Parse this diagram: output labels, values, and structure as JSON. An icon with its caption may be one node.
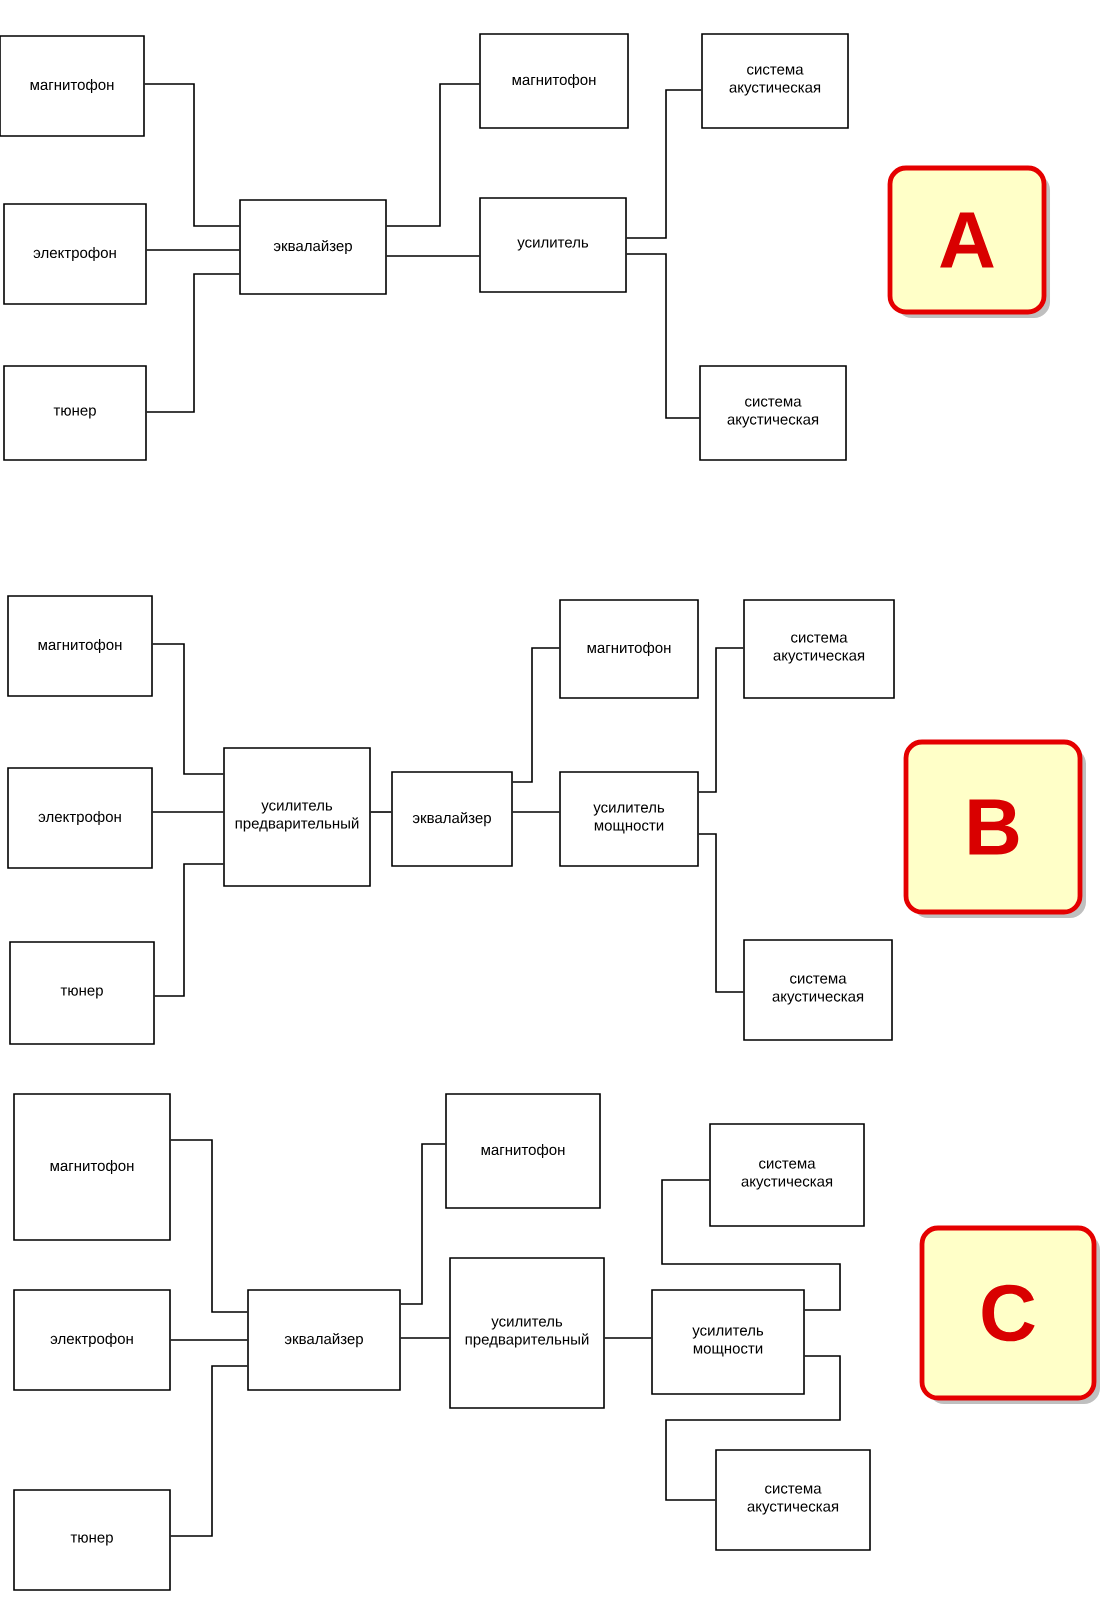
{
  "diagram": {
    "nodes": [
      {
        "text": [
          "магнитофон"
        ]
      },
      {
        "text": [
          "электрофон"
        ]
      },
      {
        "text": [
          "тюнер"
        ]
      },
      {
        "text": [
          "эквалайзер"
        ]
      },
      {
        "text": [
          "магнитофон"
        ]
      },
      {
        "text": [
          "усилитель"
        ]
      },
      {
        "text": [
          "система акустическая"
        ]
      },
      {
        "text": [
          "система акустическая"
        ]
      },
      {
        "text": [
          "A"
        ]
      },
      {
        "text": [
          "магнитофон"
        ]
      },
      {
        "text": [
          "электрофон"
        ]
      },
      {
        "text": [
          "тюнер"
        ]
      },
      {
        "text": [
          "усилитель предварительный"
        ]
      },
      {
        "text": [
          "эквалайзер"
        ]
      },
      {
        "text": [
          "магнитофон"
        ]
      },
      {
        "text": [
          "усилитель мощности"
        ]
      },
      {
        "text": [
          "система акустическая"
        ]
      },
      {
        "text": [
          "система акустическая"
        ]
      },
      {
        "text": [
          "B"
        ]
      },
      {
        "text": [
          "магнитофон"
        ]
      },
      {
        "text": [
          "электрофон"
        ]
      },
      {
        "text": [
          "тюнер"
        ]
      },
      {
        "text": [
          "эквалайзер"
        ]
      },
      {
        "text": [
          "магнитофон"
        ]
      },
      {
        "text": [
          "усилитель предварительный"
        ]
      },
      {
        "text": [
          "усилитель мощности"
        ]
      },
      {
        "text": [
          "система акустическая"
        ]
      },
      {
        "text": [
          "система акустическая"
        ]
      },
      {
        "text": [
          "C"
        ]
      }
    ],
    "edges": [
      {
        "from": 0,
        "to": 3,
        "arrow": "none"
      },
      {
        "from": 1,
        "to": 3,
        "arrow": "none"
      },
      {
        "from": 2,
        "to": 3,
        "arrow": "none"
      },
      {
        "from": 3,
        "to": 4,
        "arrow": "none"
      },
      {
        "from": 3,
        "to": 5,
        "arrow": "none"
      },
      {
        "from": 5,
        "to": 6,
        "arrow": "none"
      },
      {
        "from": 5,
        "to": 7,
        "arrow": "none"
      },
      {
        "from": 9,
        "to": 12,
        "arrow": "none"
      },
      {
        "from": 10,
        "to": 12,
        "arrow": "none"
      },
      {
        "from": 11,
        "to": 12,
        "arrow": "none"
      },
      {
        "from": 12,
        "to": 13,
        "arrow": "none"
      },
      {
        "from": 13,
        "to": 14,
        "arrow": "none"
      },
      {
        "from": 13,
        "to": 15,
        "arrow": "none"
      },
      {
        "from": 15,
        "to": 16,
        "arrow": "none"
      },
      {
        "from": 15,
        "to": 17,
        "arrow": "none"
      },
      {
        "from": 19,
        "to": 22,
        "arrow": "none"
      },
      {
        "from": 20,
        "to": 22,
        "arrow": "none"
      },
      {
        "from": 21,
        "to": 22,
        "arrow": "none"
      },
      {
        "from": 22,
        "to": 23,
        "arrow": "none"
      },
      {
        "from": 22,
        "to": 24,
        "arrow": "none"
      },
      {
        "from": 24,
        "to": 25,
        "arrow": "none"
      },
      {
        "from": 25,
        "to": 26,
        "arrow": "none"
      },
      {
        "from": 25,
        "to": 27,
        "arrow": "none"
      }
    ]
  }
}
